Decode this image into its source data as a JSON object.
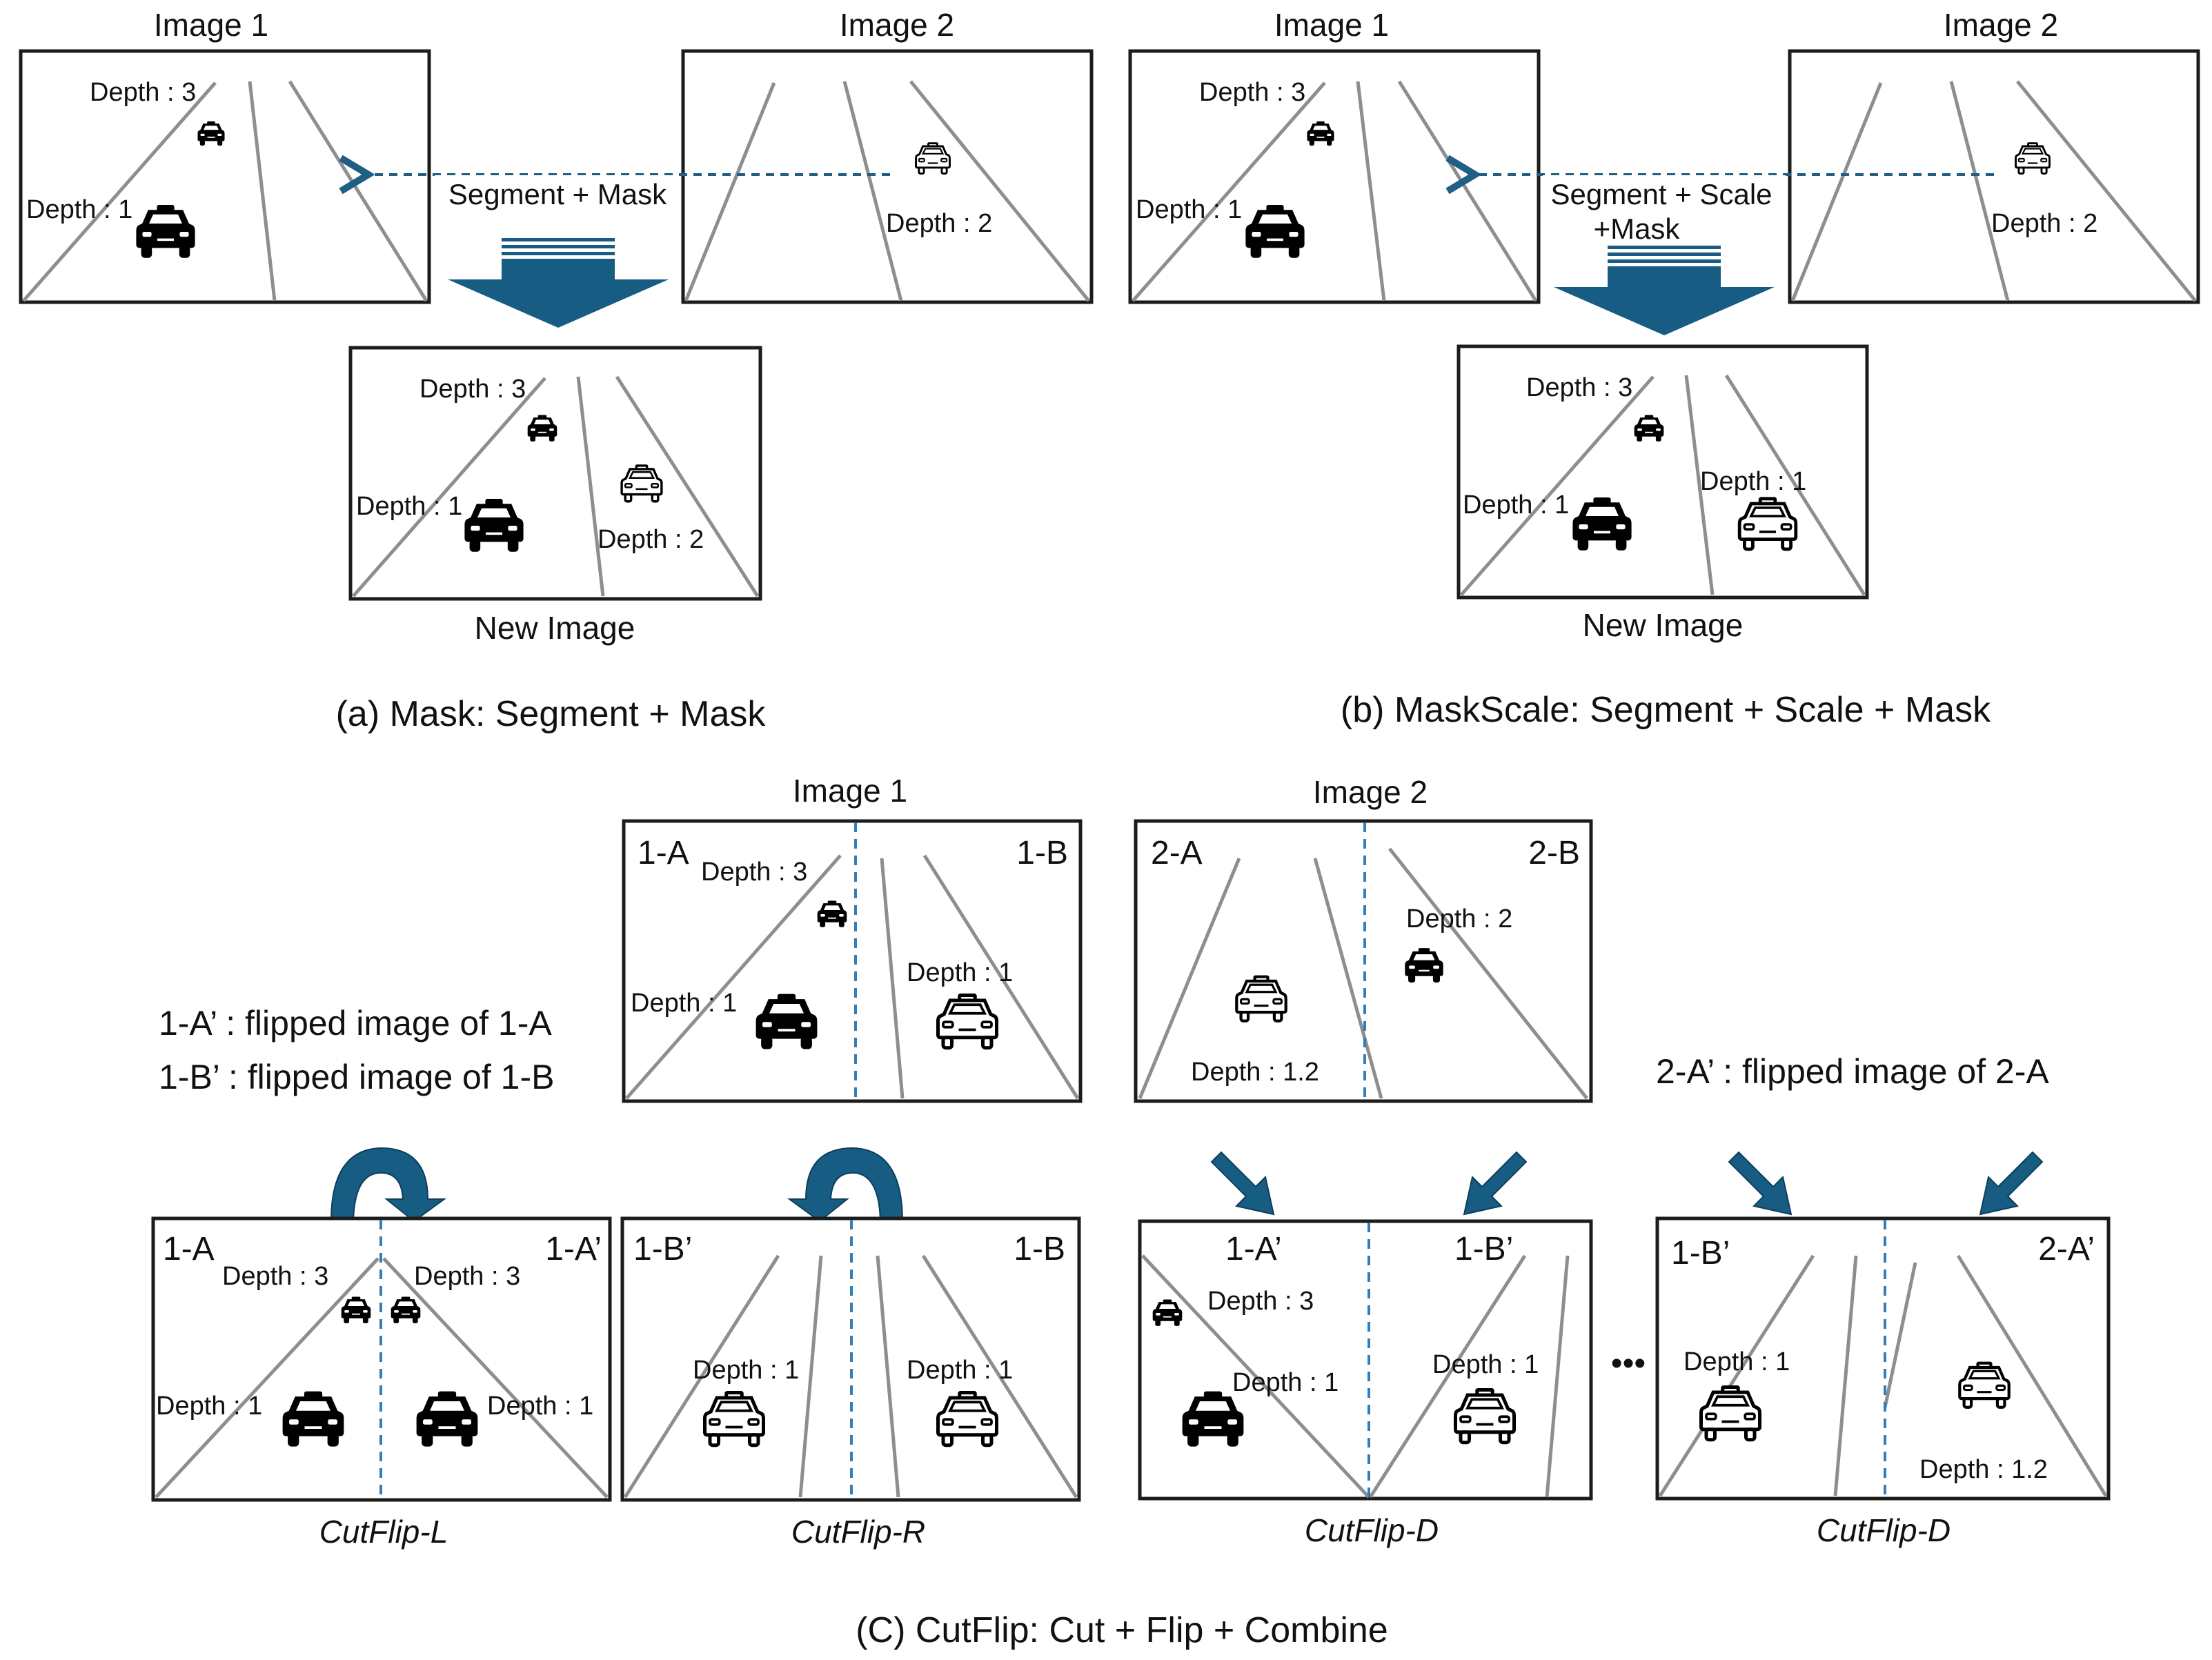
{
  "colors": {
    "arrow": "#175c82",
    "road": "#8e8e8e",
    "split": "#2f7fbf",
    "car_dark": "#000000",
    "car_light": "#ffffff"
  },
  "icons": {
    "car": "taxi-icon",
    "arrow": "down-arrow-icon",
    "flip": "curved-flip-arrow-icon"
  },
  "panel_a": {
    "image1_title": "Image 1",
    "image2_title": "Image 2",
    "img1_depth_far": "Depth : 3",
    "img1_depth_near": "Depth : 1",
    "img2_depth": "Depth : 2",
    "operation": "Segment + Mask",
    "new_depth_far": "Depth : 3",
    "new_depth_near": "Depth : 1",
    "new_depth_pasted": "Depth : 2",
    "new_title": "New Image",
    "caption": "(a) Mask: Segment + Mask"
  },
  "panel_b": {
    "image1_title": "Image 1",
    "image2_title": "Image 2",
    "img1_depth_far": "Depth : 3",
    "img1_depth_near": "Depth : 1",
    "img2_depth": "Depth : 2",
    "operation_line1": "Segment + Scale",
    "operation_line2": "+Mask",
    "new_depth_far": "Depth : 3",
    "new_depth_near": "Depth : 1",
    "new_depth_pasted": "Depth : 1",
    "new_title": "New Image",
    "caption": "(b) MaskScale: Segment + Scale + Mask"
  },
  "panel_c": {
    "image1_title": "Image 1",
    "image2_title": "Image 2",
    "img1": {
      "left": "1-A",
      "right": "1-B",
      "depth_far": "Depth : 3",
      "depth_near": "Depth : 1",
      "depth_right": "Depth : 1"
    },
    "img2": {
      "left": "2-A",
      "right": "2-B",
      "depth_left": "Depth : 1.2",
      "depth_right": "Depth : 2"
    },
    "note1": "1-A’ : flipped image of 1-A",
    "note2": "1-B’ : flipped image of 1-B",
    "note3": "2-A’ : flipped image of 2-A",
    "cut_l": {
      "left": "1-A",
      "right": "1-A’",
      "depth_far_l": "Depth : 3",
      "depth_far_r": "Depth : 3",
      "depth_near_l": "Depth : 1",
      "depth_near_r": "Depth : 1",
      "caption": "CutFlip-L"
    },
    "cut_r": {
      "left": "1-B’",
      "right": "1-B",
      "depth_l": "Depth : 1",
      "depth_r": "Depth : 1",
      "caption": "CutFlip-R"
    },
    "cut_d1": {
      "left": "1-A’",
      "right": "1-B’",
      "depth_far": "Depth : 3",
      "depth_near": "Depth : 1",
      "depth_right": "Depth : 1",
      "caption": "CutFlip-D"
    },
    "ellipsis": "•••",
    "cut_d2": {
      "left": "1-B’",
      "right": "2-A’",
      "depth_left": "Depth : 1",
      "depth_right": "Depth : 1.2",
      "caption": "CutFlip-D"
    },
    "caption": "(C) CutFlip: Cut + Flip + Combine"
  }
}
